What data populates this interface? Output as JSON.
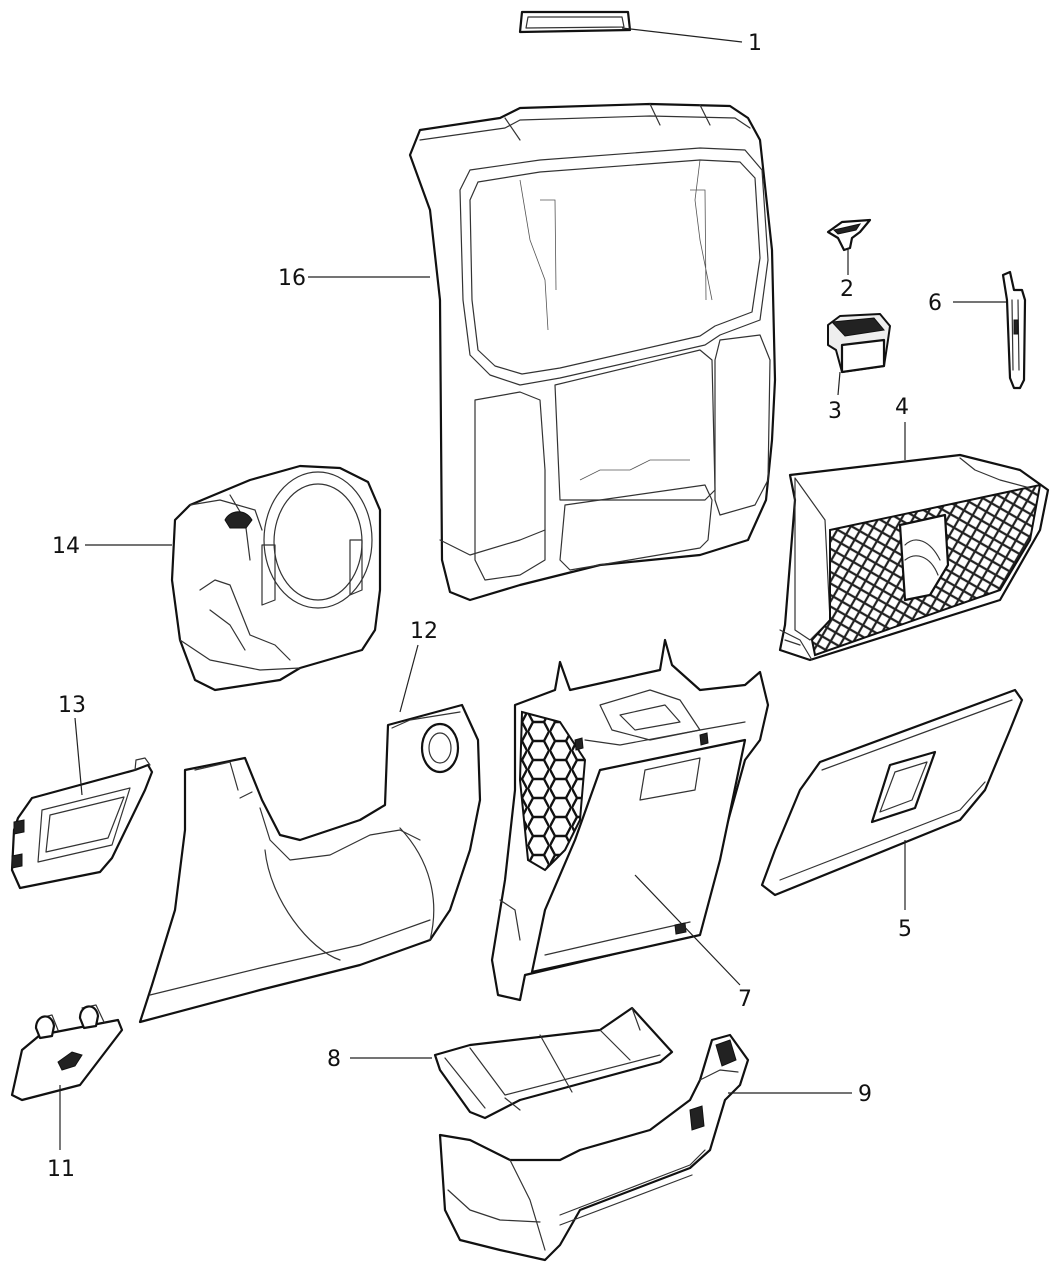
{
  "callouts": [
    {
      "id": "1",
      "label": "1"
    },
    {
      "id": "2",
      "label": "2"
    },
    {
      "id": "3",
      "label": "3"
    },
    {
      "id": "4",
      "label": "4"
    },
    {
      "id": "5",
      "label": "5"
    },
    {
      "id": "6",
      "label": "6"
    },
    {
      "id": "7",
      "label": "7"
    },
    {
      "id": "8",
      "label": "8"
    },
    {
      "id": "9",
      "label": "9"
    },
    {
      "id": "11",
      "label": "11"
    },
    {
      "id": "12",
      "label": "12"
    },
    {
      "id": "13",
      "label": "13"
    },
    {
      "id": "14",
      "label": "14"
    },
    {
      "id": "16",
      "label": "16"
    }
  ],
  "colors": {
    "line": "#111111",
    "background": "#ffffff"
  }
}
